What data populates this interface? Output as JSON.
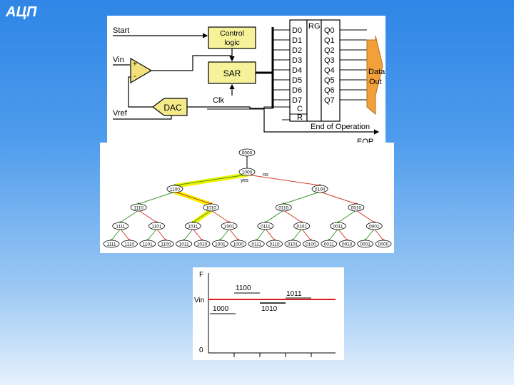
{
  "title": "АЦП",
  "circuit": {
    "start": "Start",
    "vin": "Vin",
    "vref": "Vref",
    "control_logic": [
      "Control",
      "logic"
    ],
    "sar": "SAR",
    "dac": "DAC",
    "clk": "Clk",
    "comp_plus": "+",
    "comp_minus": "-",
    "rg": "RG",
    "d_inputs": [
      "D0",
      "D1",
      "D2",
      "D3",
      "D4",
      "D5",
      "D6",
      "D7"
    ],
    "q_outputs": [
      "Q0",
      "Q1",
      "Q2",
      "Q3",
      "Q4",
      "Q5",
      "Q6",
      "Q7"
    ],
    "c_label": "C",
    "r_label": "R",
    "data_out": [
      "Data",
      "Out"
    ],
    "end_of_operation": "End of Operation",
    "eop": "EOP",
    "colors": {
      "box_fill": "#f5f29a",
      "dac_fill": "#f5ea8a",
      "comp_fill": "#f2e07a",
      "arrow_fill": "#f2a13a",
      "reg_fill": "#ffffff"
    }
  },
  "tree": {
    "root": "0000",
    "level1": "1000",
    "yes": "yes",
    "no": "no",
    "level2": [
      "1100",
      "0100"
    ],
    "level3": [
      "1110",
      "1010",
      "0110",
      "0010"
    ],
    "level4": [
      "1111",
      "1101",
      "1011",
      "1001",
      "0111",
      "0101",
      "0011",
      "0001"
    ],
    "leaves": [
      "1111",
      "1110",
      "1101",
      "1100",
      "1011",
      "1010",
      "1001",
      "1000",
      "0111",
      "0110",
      "0101",
      "0100",
      "0011",
      "0010",
      "0001",
      "0000"
    ],
    "colors": {
      "yes_branch": "#3a9a2a",
      "no_branch": "#d23b2b",
      "highlight": "#f3f300"
    }
  },
  "graph": {
    "y_axis_label": "F",
    "vin_label": "Vin",
    "zero_label": "0",
    "steps": [
      "1000",
      "1100",
      "1010",
      "1011"
    ],
    "colors": {
      "vin_line": "#e0191d",
      "axis": "#000000"
    }
  }
}
